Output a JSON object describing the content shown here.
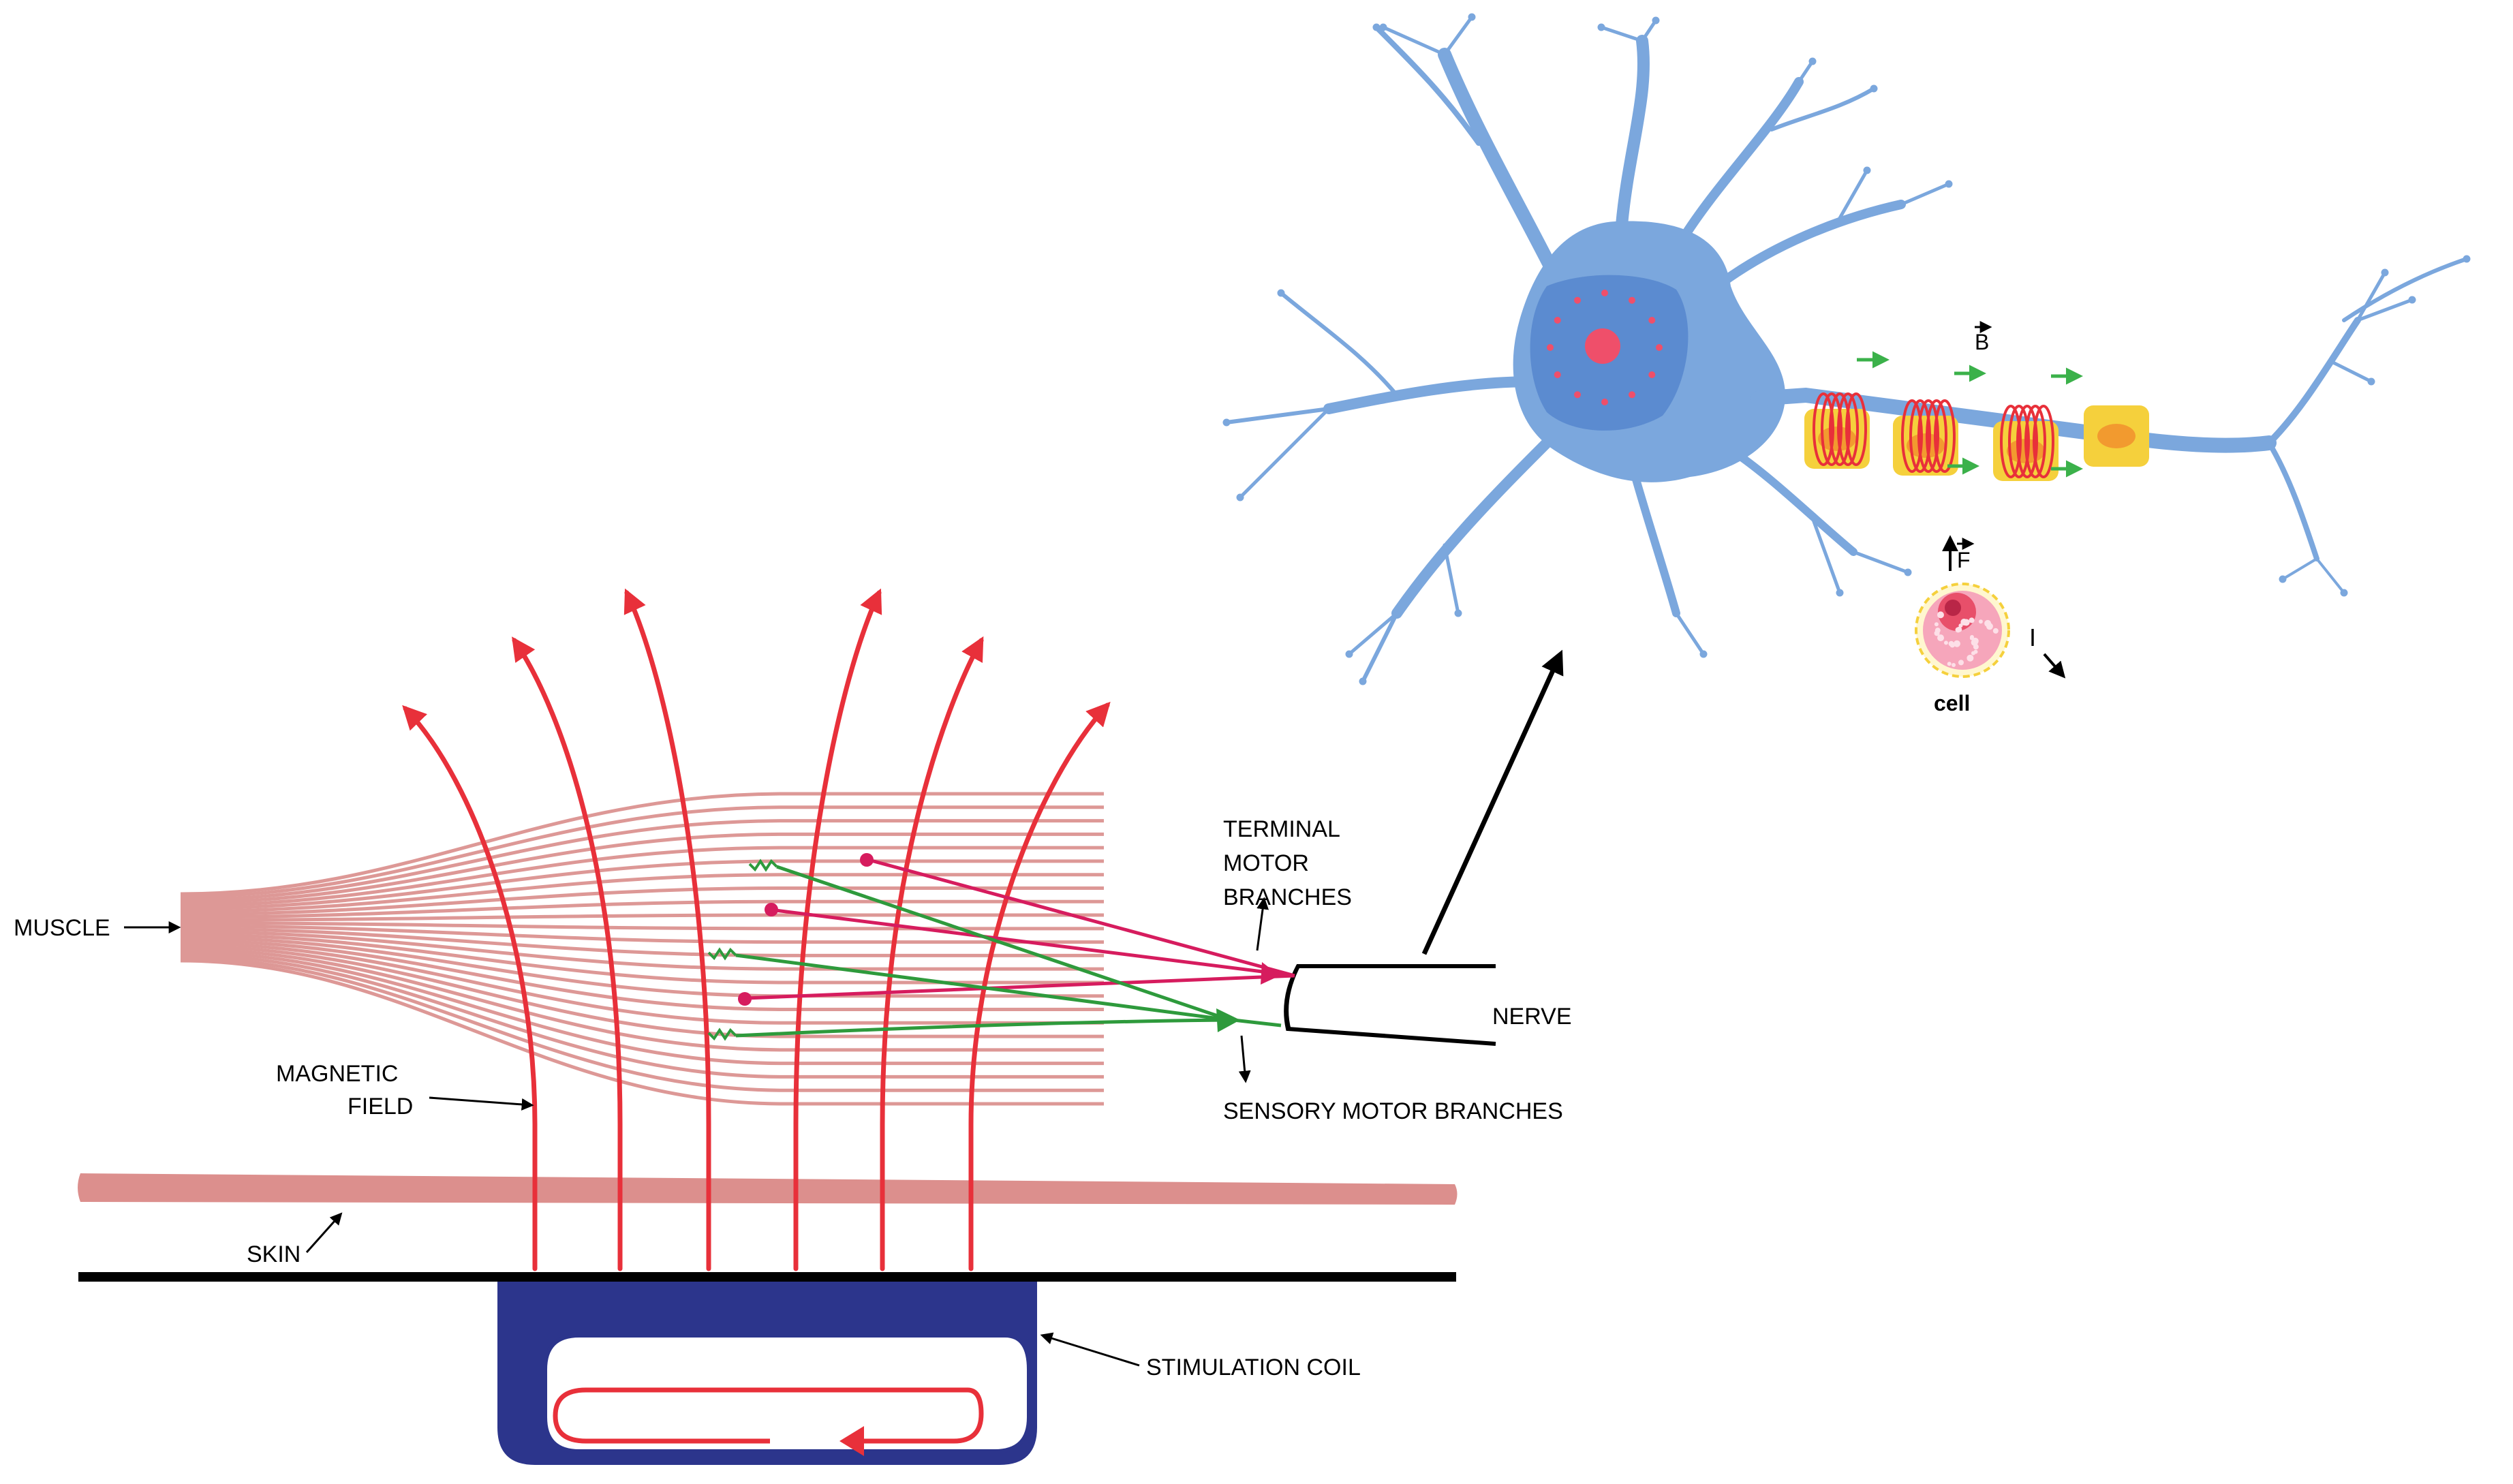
{
  "labels": {
    "muscle": "MUSCLE",
    "magnetic_field_line1": "MAGNETIC",
    "magnetic_field_line2": "FIELD",
    "skin": "SKIN",
    "stimulation_coil": "STIMULATION COIL",
    "terminal_line1": "TERMINAL",
    "terminal_line2": "MOTOR",
    "terminal_line3": "BRANCHES",
    "nerve": "NERVE",
    "sensory": "SENSORY MOTOR BRANCHES",
    "b_vector": "B",
    "f_vector": "F",
    "current": "I",
    "cell": "cell"
  },
  "colors": {
    "field": "#e8303a",
    "muscle": "#dd9896",
    "skin": "#dc8f8d",
    "coil": "#2c358c",
    "neuron": "#7ba7dd",
    "neuron_nucleus_region": "#5b8bd0",
    "myelin": "#f5d03c",
    "motor_fiber": "#d61c5e",
    "sensory_fiber": "#2e9a3c",
    "arrow_green": "#3bb14a"
  }
}
